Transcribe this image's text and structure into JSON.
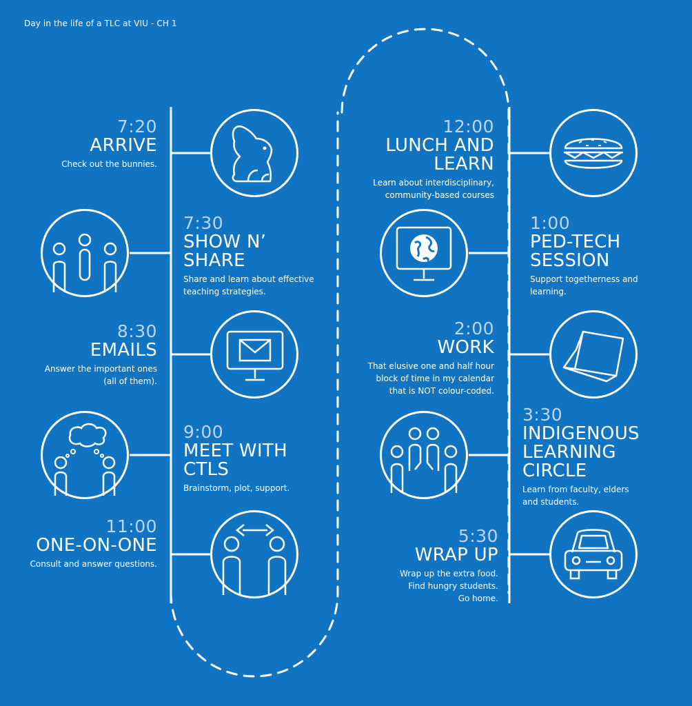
{
  "page": {
    "title": "Day in the life of a TLC at VIU - CH 1"
  },
  "entries": [
    {
      "id": "arrive",
      "time": "7:20",
      "title": "ARRIVE",
      "desc": "Check out the bunnies.",
      "icon": "rabbit-icon"
    },
    {
      "id": "show-n-share",
      "time": "7:30",
      "title": "SHOW N’\nSHARE",
      "desc": "Share and learn about effective\nteaching strategies.",
      "icon": "people-group-icon"
    },
    {
      "id": "emails",
      "time": "8:30",
      "title": "EMAILS",
      "desc": "Answer the important ones\n(all of them).",
      "icon": "email-monitor-icon"
    },
    {
      "id": "meet-with-ctls",
      "time": "9:00",
      "title": "MEET WITH\nCTLS",
      "desc": "Brainstorm, plot, support.",
      "icon": "thinking-people-icon"
    },
    {
      "id": "one-on-one",
      "time": "11:00",
      "title": "ONE-ON-ONE",
      "desc": "Consult and answer questions.",
      "icon": "two-people-arrow-icon"
    },
    {
      "id": "lunch-and-learn",
      "time": "12:00",
      "title": "LUNCH AND\nLEARN",
      "desc": "Learn about interdisciplinary,\ncommunity-based courses",
      "icon": "sandwich-icon"
    },
    {
      "id": "ped-tech-session",
      "time": "1:00",
      "title": "PED-TECH\nSESSION",
      "desc": "Support togetherness and\nlearning.",
      "icon": "globe-monitor-icon"
    },
    {
      "id": "work",
      "time": "2:00",
      "title": "WORK",
      "desc": "That elusive one and half hour\nblock of time in my calendar\nthat is NOT colour-coded.",
      "icon": "laptop-icon"
    },
    {
      "id": "indigenous-learning-circle",
      "time": "3:30",
      "title": "INDIGENOUS\nLEARNING\nCIRCLE",
      "desc": "Learn from faculty, elders\nand students.",
      "icon": "circle-of-people-icon"
    },
    {
      "id": "wrap-up",
      "time": "5:30",
      "title": "WRAP UP",
      "desc": "Wrap up the extra food.\nFind hungry students.\nGo home.",
      "icon": "car-icon"
    }
  ]
}
